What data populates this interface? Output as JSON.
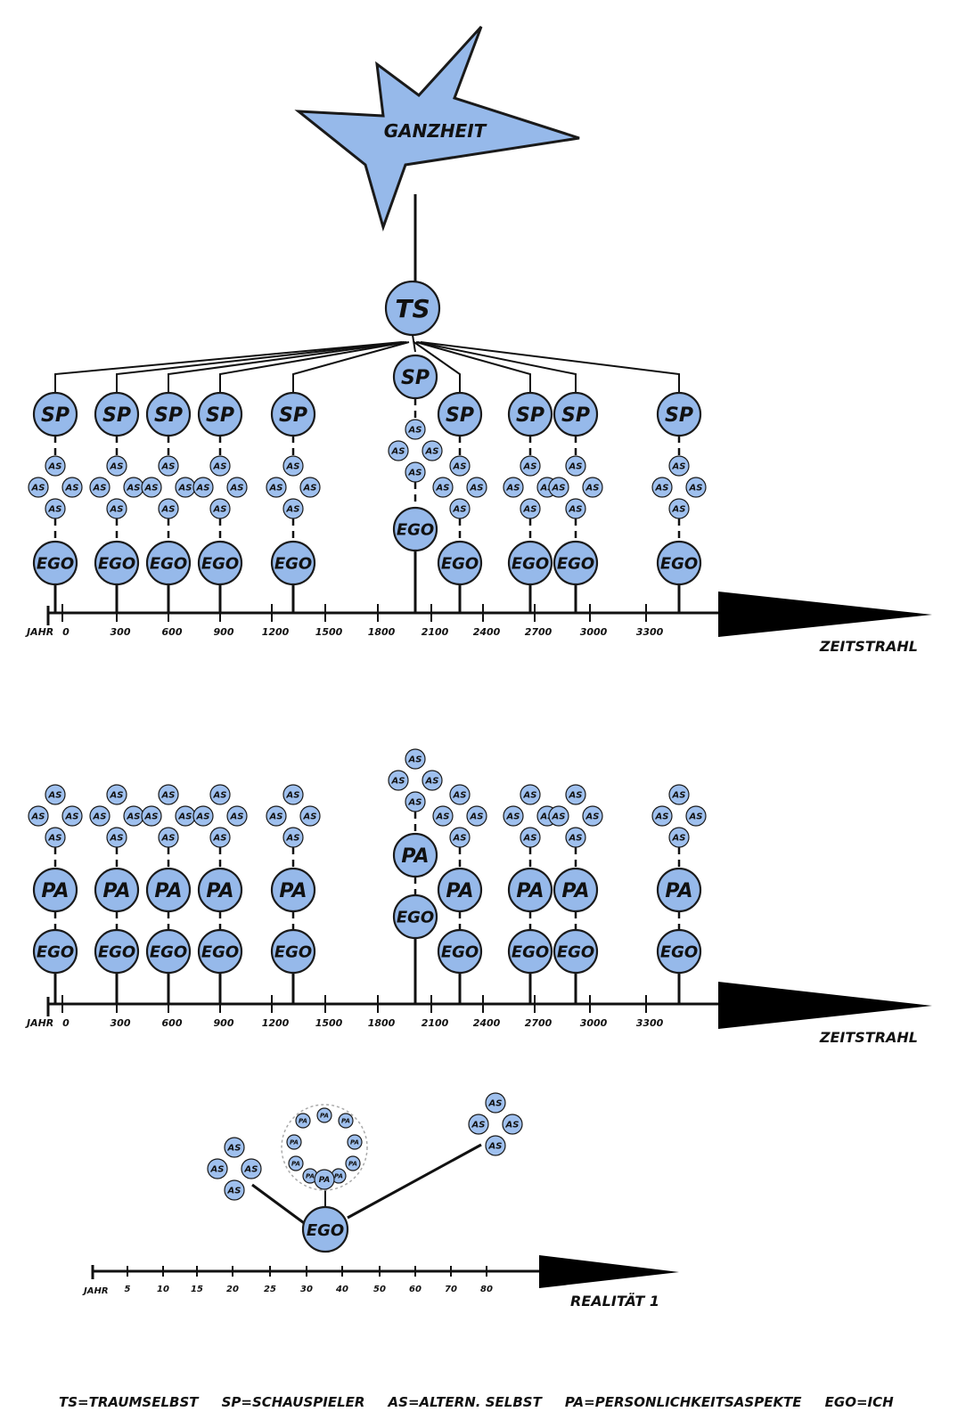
{
  "top": {
    "star_label": "GANZHEIT",
    "ts_label": "TS"
  },
  "labels": {
    "sp": "SP",
    "as": "AS",
    "ego": "EGO",
    "pa": "PA"
  },
  "timeline": {
    "start_label": "JAHR",
    "ticks": [
      "0",
      "300",
      "600",
      "900",
      "1200",
      "1500",
      "1800",
      "2100",
      "2400",
      "2700",
      "3000",
      "3300"
    ],
    "title": "ZEITSTRAHL"
  },
  "reality": {
    "start_label": "JAHR",
    "ticks": [
      "5",
      "10",
      "15",
      "20",
      "25",
      "30",
      "40",
      "50",
      "60",
      "70",
      "80"
    ],
    "title": "REALITÄT 1"
  },
  "legend": "TS=TRAUMSELBST     SP=SCHAUSPIELER     AS=ALTERN. SELBST     PA=PERSONLICHKEITSASPEKTE     EGO=ICH",
  "colors": {
    "fill": "#96b9ea",
    "stroke": "#1a1a1a"
  }
}
